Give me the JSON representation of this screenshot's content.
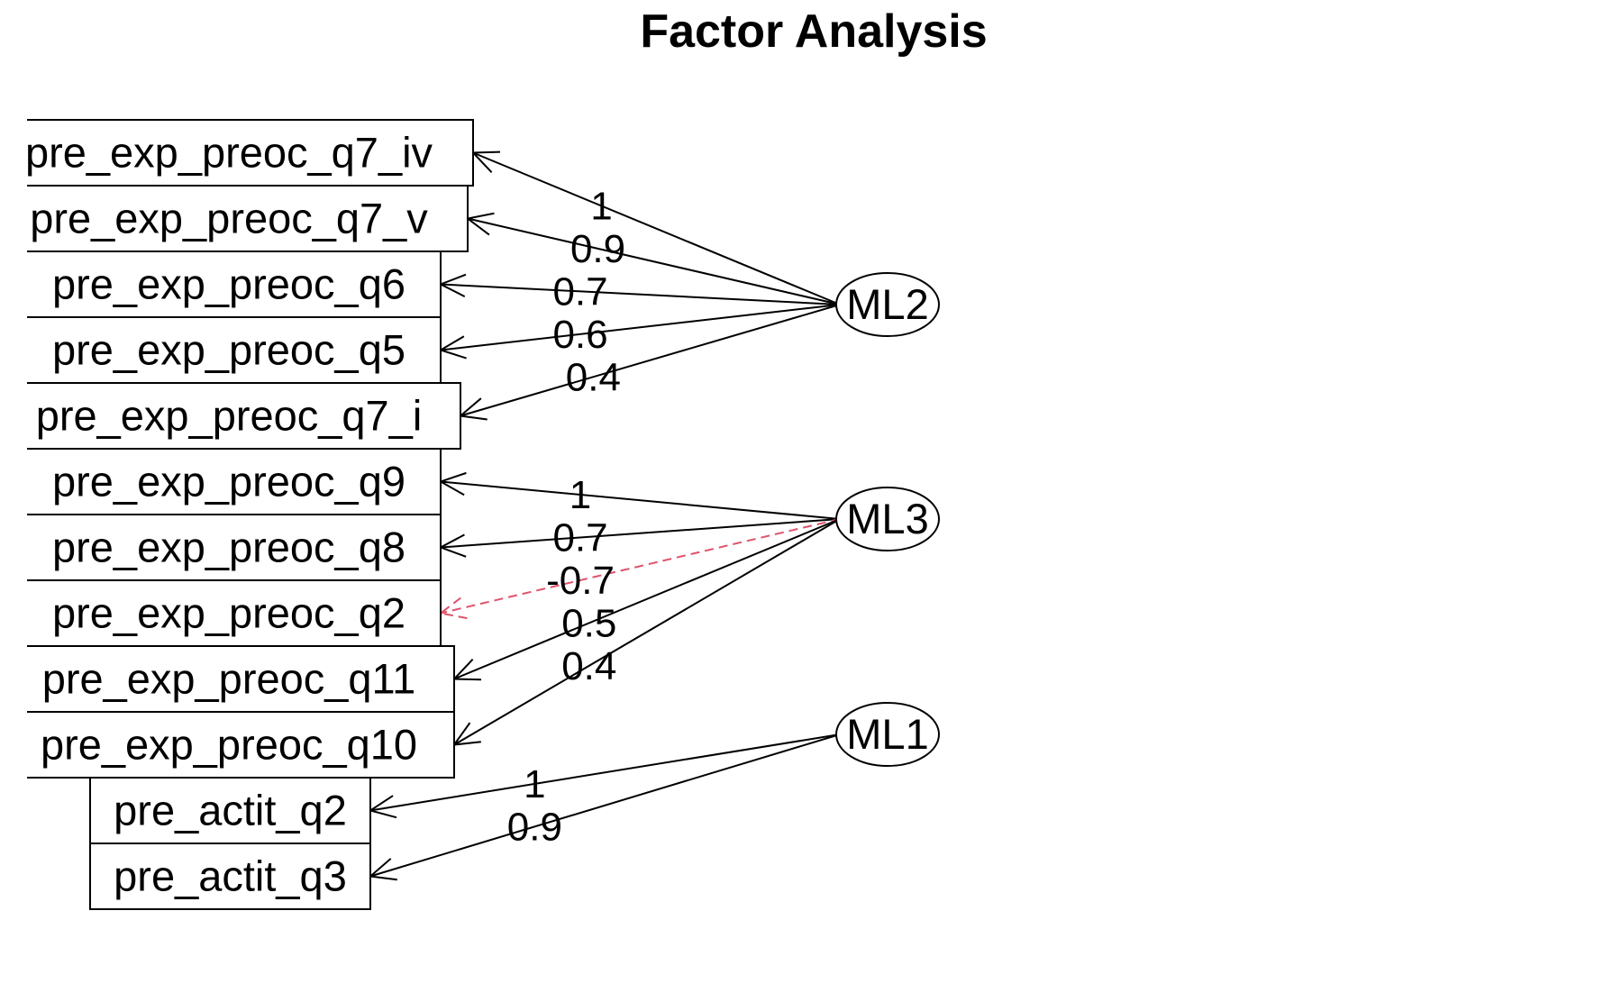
{
  "title": "Factor Analysis",
  "colors": {
    "positive": "#000000",
    "negative": "#DF536B",
    "background": "#FFFFFF"
  },
  "variables": [
    "pre_exp_preoc_q7_iv",
    "pre_exp_preoc_q7_v",
    "pre_exp_preoc_q6",
    "pre_exp_preoc_q5",
    "pre_exp_preoc_q7_i",
    "pre_exp_preoc_q9",
    "pre_exp_preoc_q8",
    "pre_exp_preoc_q2",
    "pre_exp_preoc_q11",
    "pre_exp_preoc_q10",
    "pre_actit_q2",
    "pre_actit_q3"
  ],
  "factors": [
    "ML2",
    "ML3",
    "ML1"
  ],
  "loadings": [
    {
      "factor": "ML2",
      "variable": "pre_exp_preoc_q7_iv",
      "label": "1",
      "value": 1.0
    },
    {
      "factor": "ML2",
      "variable": "pre_exp_preoc_q7_v",
      "label": "0.9",
      "value": 0.9
    },
    {
      "factor": "ML2",
      "variable": "pre_exp_preoc_q6",
      "label": "0.7",
      "value": 0.7
    },
    {
      "factor": "ML2",
      "variable": "pre_exp_preoc_q5",
      "label": "0.6",
      "value": 0.6
    },
    {
      "factor": "ML2",
      "variable": "pre_exp_preoc_q7_i",
      "label": "0.4",
      "value": 0.4
    },
    {
      "factor": "ML3",
      "variable": "pre_exp_preoc_q9",
      "label": "1",
      "value": 1.0
    },
    {
      "factor": "ML3",
      "variable": "pre_exp_preoc_q8",
      "label": "0.7",
      "value": 0.7
    },
    {
      "factor": "ML3",
      "variable": "pre_exp_preoc_q2",
      "label": "-0.7",
      "value": -0.7
    },
    {
      "factor": "ML3",
      "variable": "pre_exp_preoc_q11",
      "label": "0.5",
      "value": 0.5
    },
    {
      "factor": "ML3",
      "variable": "pre_exp_preoc_q10",
      "label": "0.4",
      "value": 0.4
    },
    {
      "factor": "ML1",
      "variable": "pre_actit_q2",
      "label": "1",
      "value": 1.0
    },
    {
      "factor": "ML1",
      "variable": "pre_actit_q3",
      "label": "0.9",
      "value": 0.9
    }
  ]
}
